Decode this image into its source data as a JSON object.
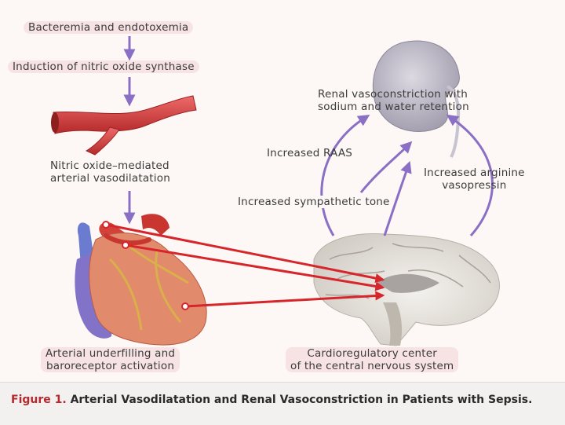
{
  "labels": {
    "bacteremia": "Bacteremia and endotoxemia",
    "induction": "Induction of nitric oxide synthase",
    "no_vaso_1": "Nitric oxide–mediated",
    "no_vaso_2": "arterial vasodilatation",
    "underfill_1": "Arterial underfilling and",
    "underfill_2": "baroreceptor activation",
    "renal_1": "Renal vasoconstriction with",
    "renal_2": "sodium and water retention",
    "raas": "Increased RAAS",
    "arginine_1": "Increased arginine",
    "arginine_2": "vasopressin",
    "sympathetic": "Increased sympathetic tone",
    "cardio_1": "Cardioregulatory center",
    "cardio_2": "of the central nervous system"
  },
  "caption": {
    "figure_label": "Figure 1.",
    "text": "Arterial Vasodilatation and Renal Vasoconstriction in Patients with Sepsis."
  },
  "colors": {
    "arrow_purple": "#8a6fc4",
    "arrow_red": "#d6262c",
    "vessel_red": "#d63b3b",
    "kidney_gray": "#b9b6c2",
    "caption_red": "#b5282e"
  }
}
